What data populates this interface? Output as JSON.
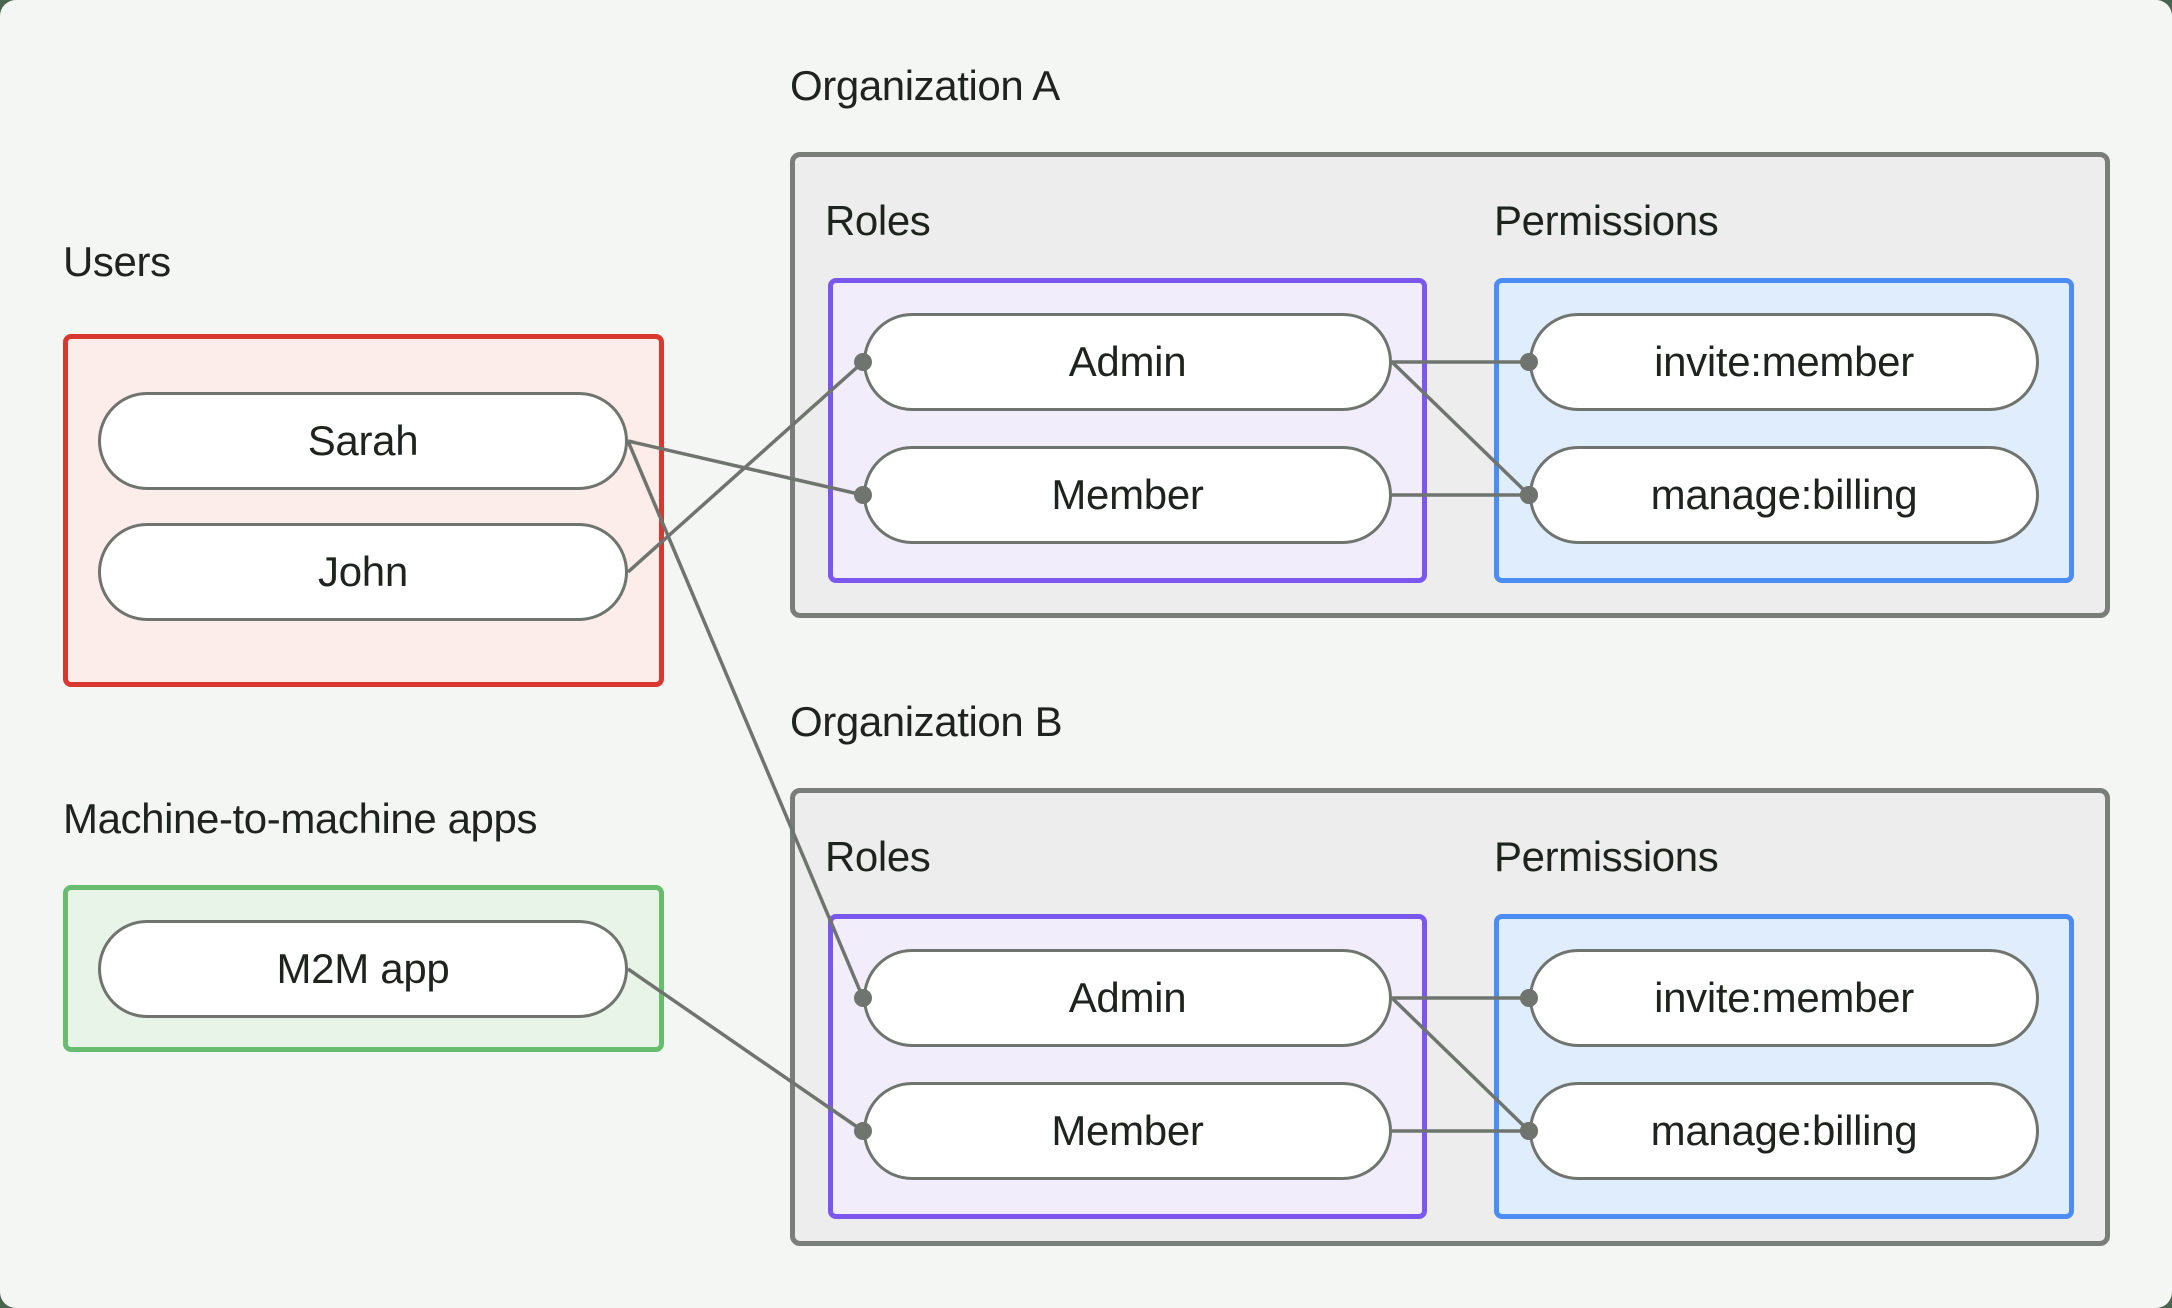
{
  "colors": {
    "page_bg": "#f4f6f3",
    "outer_bg": "#48664f",
    "users_border": "#d9382f",
    "users_fill": "#fcecea",
    "m2m_border": "#67bd6d",
    "m2m_fill": "#e8f4e8",
    "org_border": "#7a7e7a",
    "org_fill": "#ecedec",
    "roles_border": "#7a58f0",
    "roles_fill": "#f2edfb",
    "permissions_border": "#4b8df5",
    "permissions_fill": "#dfedfc",
    "pill_border": "#6f746e",
    "pill_fill": "#ffffff",
    "line": "#6f746e",
    "text": "#1e231f"
  },
  "labels": {
    "users": "Users",
    "m2m": "Machine-to-machine apps"
  },
  "section_labels": {
    "roles": "Roles",
    "permissions": "Permissions"
  },
  "organizations": {
    "a": {
      "name": "Organization A"
    },
    "b": {
      "name": "Organization B"
    }
  },
  "nodes": {
    "sarah": "Sarah",
    "john": "John",
    "m2m_app": "M2M app",
    "a_admin": "Admin",
    "a_member": "Member",
    "a_invite": "invite:member",
    "a_manage": "manage:billing",
    "b_admin": "Admin",
    "b_member": "Member",
    "b_invite": "invite:member",
    "b_manage": "manage:billing"
  },
  "edges": [
    {
      "from": "sarah",
      "to": "a_member"
    },
    {
      "from": "john",
      "to": "a_admin"
    },
    {
      "from": "sarah",
      "to": "b_admin"
    },
    {
      "from": "m2m_app",
      "to": "b_member"
    },
    {
      "from": "a_admin",
      "to": "a_invite"
    },
    {
      "from": "a_admin",
      "to": "a_manage"
    },
    {
      "from": "a_member",
      "to": "a_manage"
    },
    {
      "from": "b_admin",
      "to": "b_invite"
    },
    {
      "from": "b_admin",
      "to": "b_manage"
    },
    {
      "from": "b_member",
      "to": "b_manage"
    }
  ]
}
